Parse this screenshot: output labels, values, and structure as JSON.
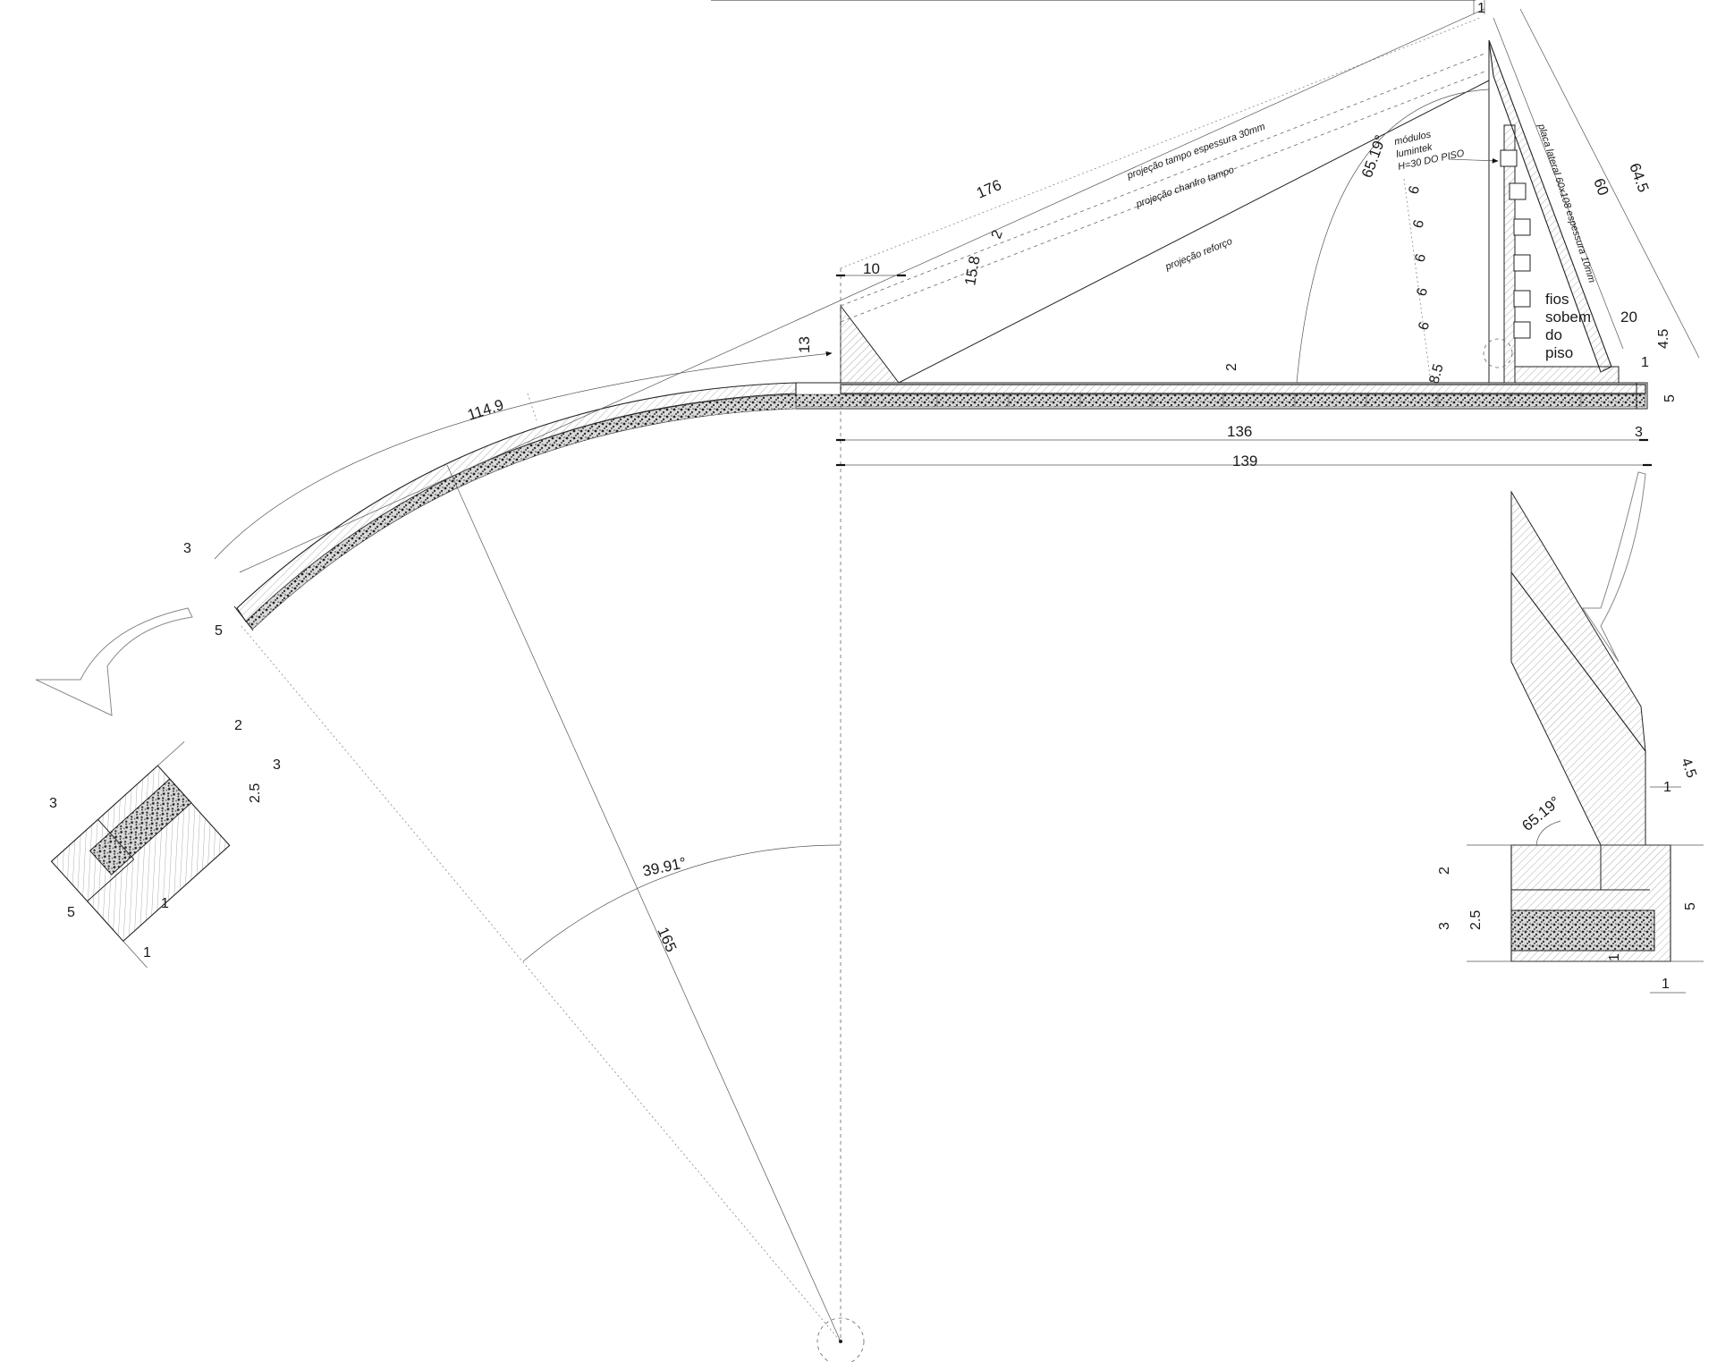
{
  "dimensions": {
    "d176": "176",
    "d114_9": "114.9",
    "d10": "10",
    "d13": "13",
    "d15_8": "15.8",
    "d2_top": "2",
    "d2_mid": "2",
    "d136": "136",
    "d139": "139",
    "d3_right": "3",
    "d5_right": "5",
    "d1_top": "1",
    "d60": "60",
    "d64_5": "64.5",
    "d20": "20",
    "d4_5": "4.5",
    "d1_corner": "1",
    "d8_5": "8.5",
    "d6": "6",
    "angle_top": "65.19°",
    "angle_arc": "39.91°",
    "radius": "165",
    "d3_left": "3",
    "d5_left": "5"
  },
  "notes": {
    "tampo": "projeção tampo espessura 30mm",
    "chanfro": "projeção chanfro tampo",
    "reforco": "projeção reforço",
    "modulos_1": "módulos",
    "modulos_2": "lumintek",
    "modulos_3": "H=30 DO PISO",
    "placa": "placa lateral 60x108 espessura 10mm",
    "fios_1": "fios",
    "fios_2": "sobem",
    "fios_3": "do",
    "fios_4": "piso"
  },
  "detail_left": {
    "d2": "2",
    "d3a": "3",
    "d2_5": "2.5",
    "d3b": "3",
    "d5": "5",
    "d1": "1",
    "d1b": "1"
  },
  "detail_right": {
    "d4_5": "4.5",
    "d1_top": "1",
    "angle": "65.19°",
    "d2": "2",
    "d3": "3",
    "d2_5": "2.5",
    "d5": "5",
    "d1_inner": "1",
    "d1_bottom": "1"
  }
}
